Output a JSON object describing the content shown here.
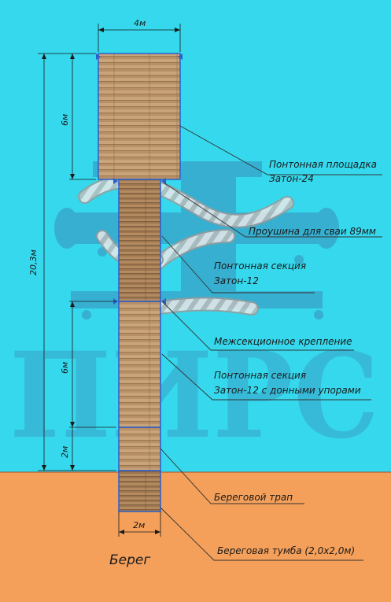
{
  "colors": {
    "water": "#35d8ec",
    "shore": "#f4a05a",
    "deck": "#c9a47a",
    "deck_dark": "#a37d55",
    "outline": "#2b5fc9",
    "leader": "#333333",
    "watermark": "#3aa0c8"
  },
  "watermark": {
    "text": "ПИРС"
  },
  "dimensions": {
    "top_width": "4м",
    "platform_length": "6м",
    "total_length": "20,3м",
    "section_length": "6м",
    "trap_length": "2м",
    "bottom_width": "2м"
  },
  "callouts": {
    "platform_line1": "Понтонная площадка",
    "platform_line2": "Затон-24",
    "eyelet": "Проушина для сваи 89мм",
    "section1_line1": "Понтонная секция",
    "section1_line2": "Затон-12",
    "coupling": "Межсекционное крепление",
    "section2_line1": "Понтонная секция",
    "section2_line2": "Затон-12 с донными упорами",
    "trap": "Береговой трап",
    "bollard": "Береговая тумба (2,0х2,0м)"
  },
  "shore_label": "Берег",
  "icons": [
    "bollard-watermark-icon",
    "rope-icon",
    "arrow-icon"
  ]
}
